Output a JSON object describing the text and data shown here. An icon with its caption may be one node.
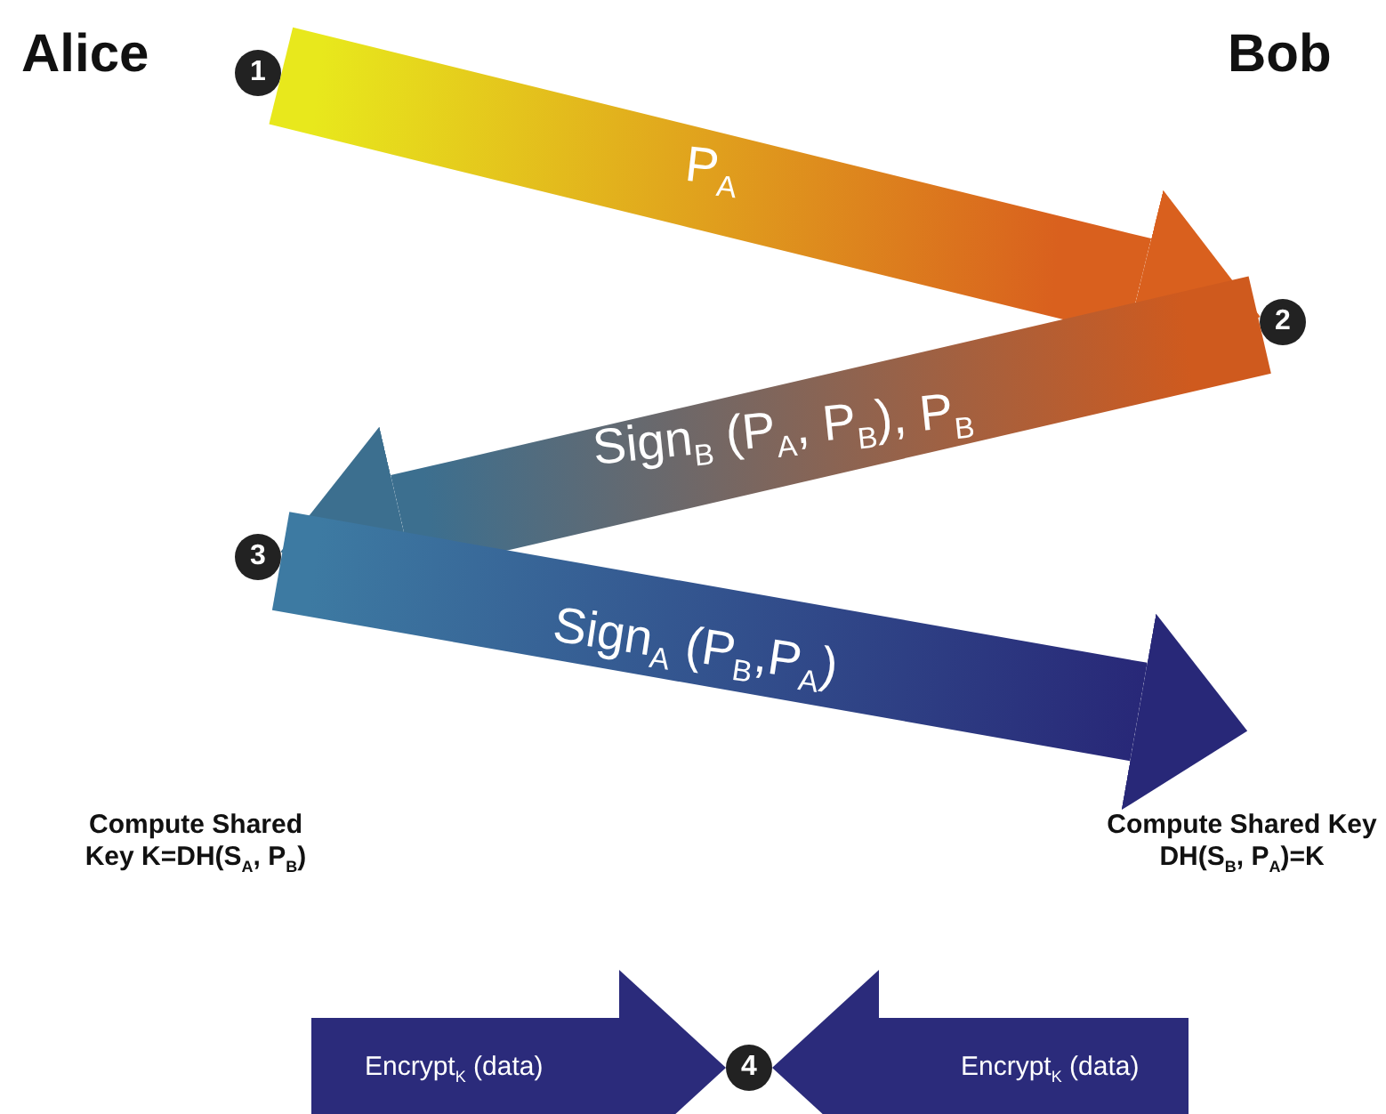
{
  "diagram": {
    "nodes": [
      {
        "text": [
          "1"
        ]
      },
      {
        "text": [
          "2"
        ]
      },
      {
        "text": [
          "3"
        ]
      },
      {
        "text": [
          "4"
        ]
      }
    ],
    "edges": [
      {
        "from": 0,
        "to": 1,
        "arrow": "to",
        "label": "P$_{A}$"
      },
      {
        "from": 1,
        "to": 2,
        "arrow": "to",
        "label": "Sign$_{B}$ (P$_{A}$, P$_{B}$), P$_{B}$"
      },
      {
        "from": 2,
        "to": null,
        "arrow": "to",
        "label": "Sign$_{A}$ (P$_{B}$,P$_{A}$)"
      },
      {
        "from": null,
        "to": 3,
        "arrow": "to",
        "label": "Encrypt$_{K}$ (data)"
      },
      {
        "from": null,
        "to": 3,
        "arrow": "to",
        "label": "Encrypt$_{K}$ (data)"
      }
    ],
    "labels": [
      "Alice",
      "Bob",
      "Compute Shared Key K=DH(S$_{A}$, P$_{B}$)",
      "Compute Shared Key DH(S$_{B}$, P$_{A}$)=K"
    ]
  }
}
